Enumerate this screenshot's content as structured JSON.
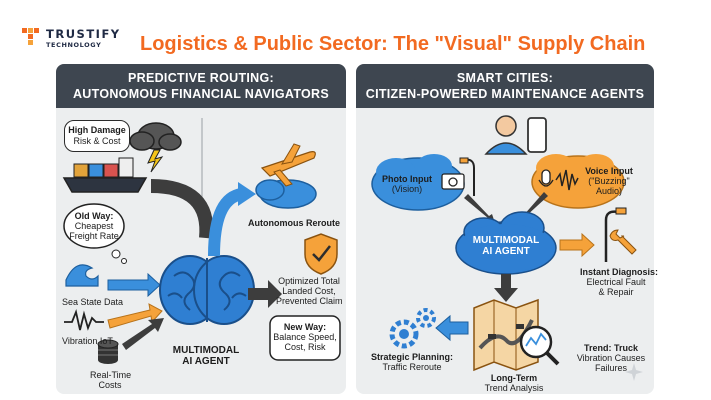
{
  "brand": {
    "name": "TRUSTIFY",
    "sub": "TECHNOLOGY"
  },
  "title": "Logistics & Public Sector: The \"Visual\" Supply Chain",
  "left_panel": {
    "heading_1": "PREDICTIVE ROUTING:",
    "heading_2": "AUTONOMOUS FINANCIAL NAVIGATORS",
    "high_damage_1": "High Damage",
    "high_damage_2": "Risk & Cost",
    "old_way_1": "Old Way:",
    "old_way_2": "Cheapest",
    "old_way_3": "Freight Rate",
    "sea_state": "Sea State Data",
    "vibration": "Vibration IoT",
    "real_time_1": "Real-Time",
    "real_time_2": "Costs",
    "agent_1": "MULTIMODAL",
    "agent_2": "AI AGENT",
    "reroute": "Autonomous Reroute",
    "optimized_1": "Optimized Total",
    "optimized_2": "Landed Cost,",
    "optimized_3": "Prevented Claim",
    "new_way_1": "New Way:",
    "new_way_2": "Balance Speed,",
    "new_way_3": "Cost, Risk"
  },
  "right_panel": {
    "heading_1": "SMART CITIES:",
    "heading_2": "CITIZEN-POWERED MAINTENANCE AGENTS",
    "photo_1": "Photo Input",
    "photo_2": "(Vision)",
    "voice_1": "Voice Input",
    "voice_2": "(\"Buzzing\"",
    "voice_3": "Audio)",
    "agent_1": "MULTIMODAL",
    "agent_2": "AI AGENT",
    "diag_1": "Instant Diagnosis:",
    "diag_2": "Electrical Fault",
    "diag_3": "& Repair",
    "strategic_1": "Strategic Planning:",
    "strategic_2": "Traffic Reroute",
    "trend_1": "Trend: Truck",
    "trend_2": "Vibration Causes",
    "trend_3": "Failures",
    "longterm_1": "Long-Term",
    "longterm_2": "Trend Analysis"
  },
  "colors": {
    "accent": "#f26a21",
    "brain": "#2f7fd2",
    "arrow_blue": "#3a8fdc",
    "arrow_orange": "#f5a23a",
    "arrow_dark": "#3d3d3d",
    "panel_head": "#3e4650"
  }
}
